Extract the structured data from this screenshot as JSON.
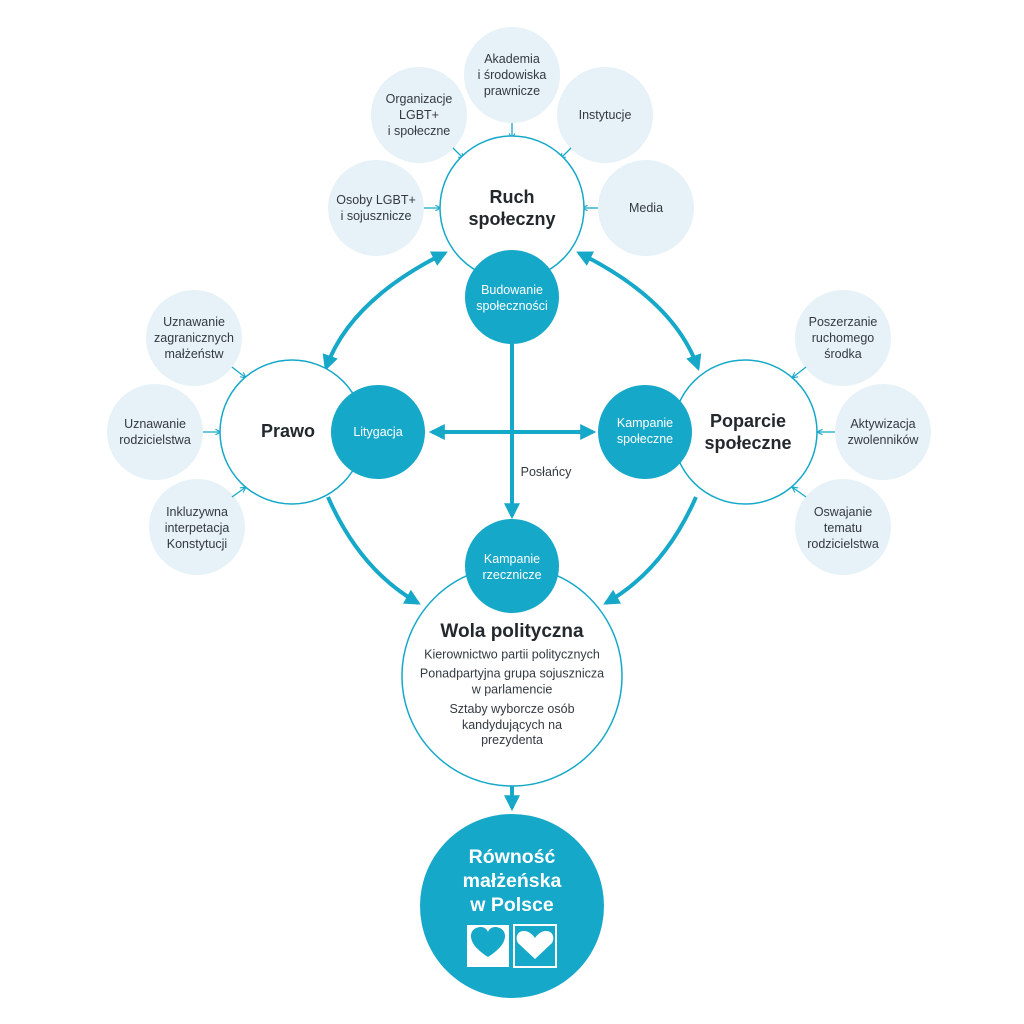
{
  "colors": {
    "accent": "#16a8c8",
    "light_bubble": "#e6f2f7",
    "ring": "#16a8c8"
  },
  "hubs": {
    "ruch": "Ruch\nspołeczny",
    "prawo": "Prawo",
    "poparcie": "Poparcie\nspołeczne"
  },
  "inner": {
    "budowanie": "Budowanie\nspołeczności",
    "litygacja": "Litygacja",
    "kampanie_spoleczne": "Kampanie\nspołeczne",
    "kampanie_rzecznicze": "Kampanie\nrzecznicze"
  },
  "edge_labels": {
    "poslancy": "Posłańcy"
  },
  "ruch_inputs": {
    "akademia": "Akademia\ni środowiska\nprawnicze",
    "organizacje": "Organizacje\nLGBT+\ni społeczne",
    "instytucje": "Instytucje",
    "osoby": "Osoby LGBT+\ni sojusznicze",
    "media": "Media"
  },
  "prawo_inputs": {
    "zagraniczne": "Uznawanie\nzagranicznych\nmałżeństw",
    "rodzicielstwo": "Uznawanie\nrodzicielstwa",
    "konstytucja": "Inkluzywna\ninterpetacja\nKonstytucji"
  },
  "poparcie_inputs": {
    "srodek": "Poszerzanie\nruchomego\nśrodka",
    "aktywizacja": "Aktywizacja\nzwolenników",
    "oswajanie": "Oswajanie\ntematu\nrodzicielstwa"
  },
  "wola": {
    "title": "Wola polityczna",
    "items": [
      "Kierownictwo partii politycznych",
      "Ponadpartyjna grupa sojusznicza\nw parlamencie",
      "Sztaby wyborcze osób\nkandydujących na\nprezydenta"
    ]
  },
  "goal": {
    "title": "Równość\nmałżeńska\nw Polsce",
    "icons": [
      "heart-icon",
      "heart-icon"
    ]
  }
}
